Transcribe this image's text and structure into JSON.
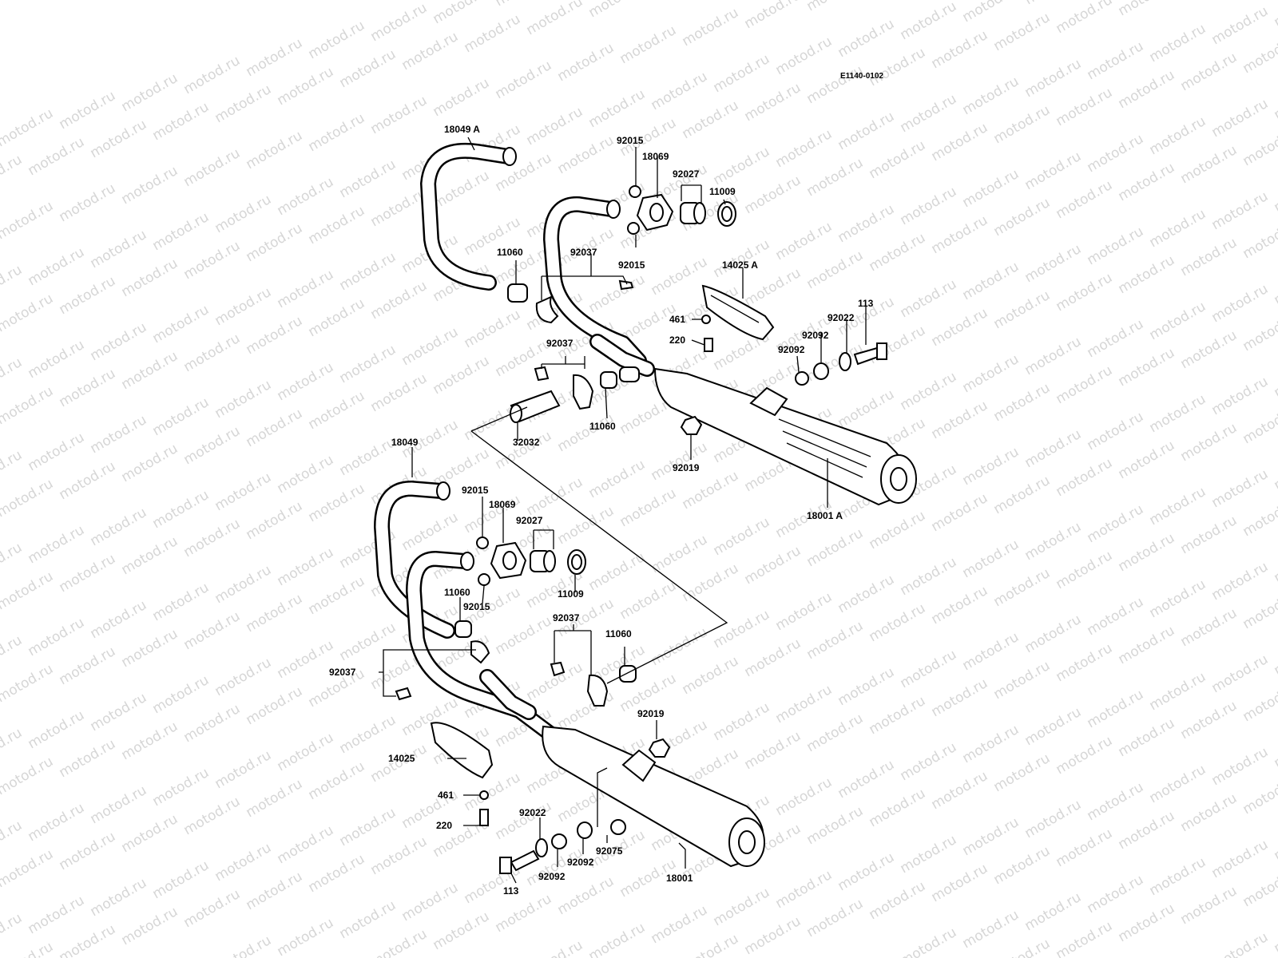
{
  "diagram": {
    "code": "E1140-0102",
    "watermark": "motod.ru",
    "labels": {
      "l18049A": "18049 A",
      "l92015a": "92015",
      "l18069a": "18069",
      "l92027a": "92027",
      "l11009a": "11009",
      "l11060a": "11060",
      "l92037a": "92037",
      "l92015b": "92015",
      "l14025A": "14025 A",
      "l113a": "113",
      "l461a": "461",
      "l92022a": "92022",
      "l220a": "220",
      "l92092a": "92092",
      "l92092b": "92092",
      "l92037b": "92037",
      "l11060b": "11060",
      "l32032": "32032",
      "l92019a": "92019",
      "l18001A": "18001 A",
      "l18049": "18049",
      "l92015c": "92015",
      "l18069b": "18069",
      "l92027b": "92027",
      "l11009b": "11009",
      "l11060c": "11060",
      "l92015d": "92015",
      "l92037c": "92037",
      "l11060d": "11060",
      "l92037d": "92037",
      "l92019b": "92019",
      "l14025": "14025",
      "l461b": "461",
      "l220b": "220",
      "l92022b": "92022",
      "l92075": "92075",
      "l92092c": "92092",
      "l92092d": "92092",
      "l113b": "113",
      "l18001": "18001"
    }
  }
}
